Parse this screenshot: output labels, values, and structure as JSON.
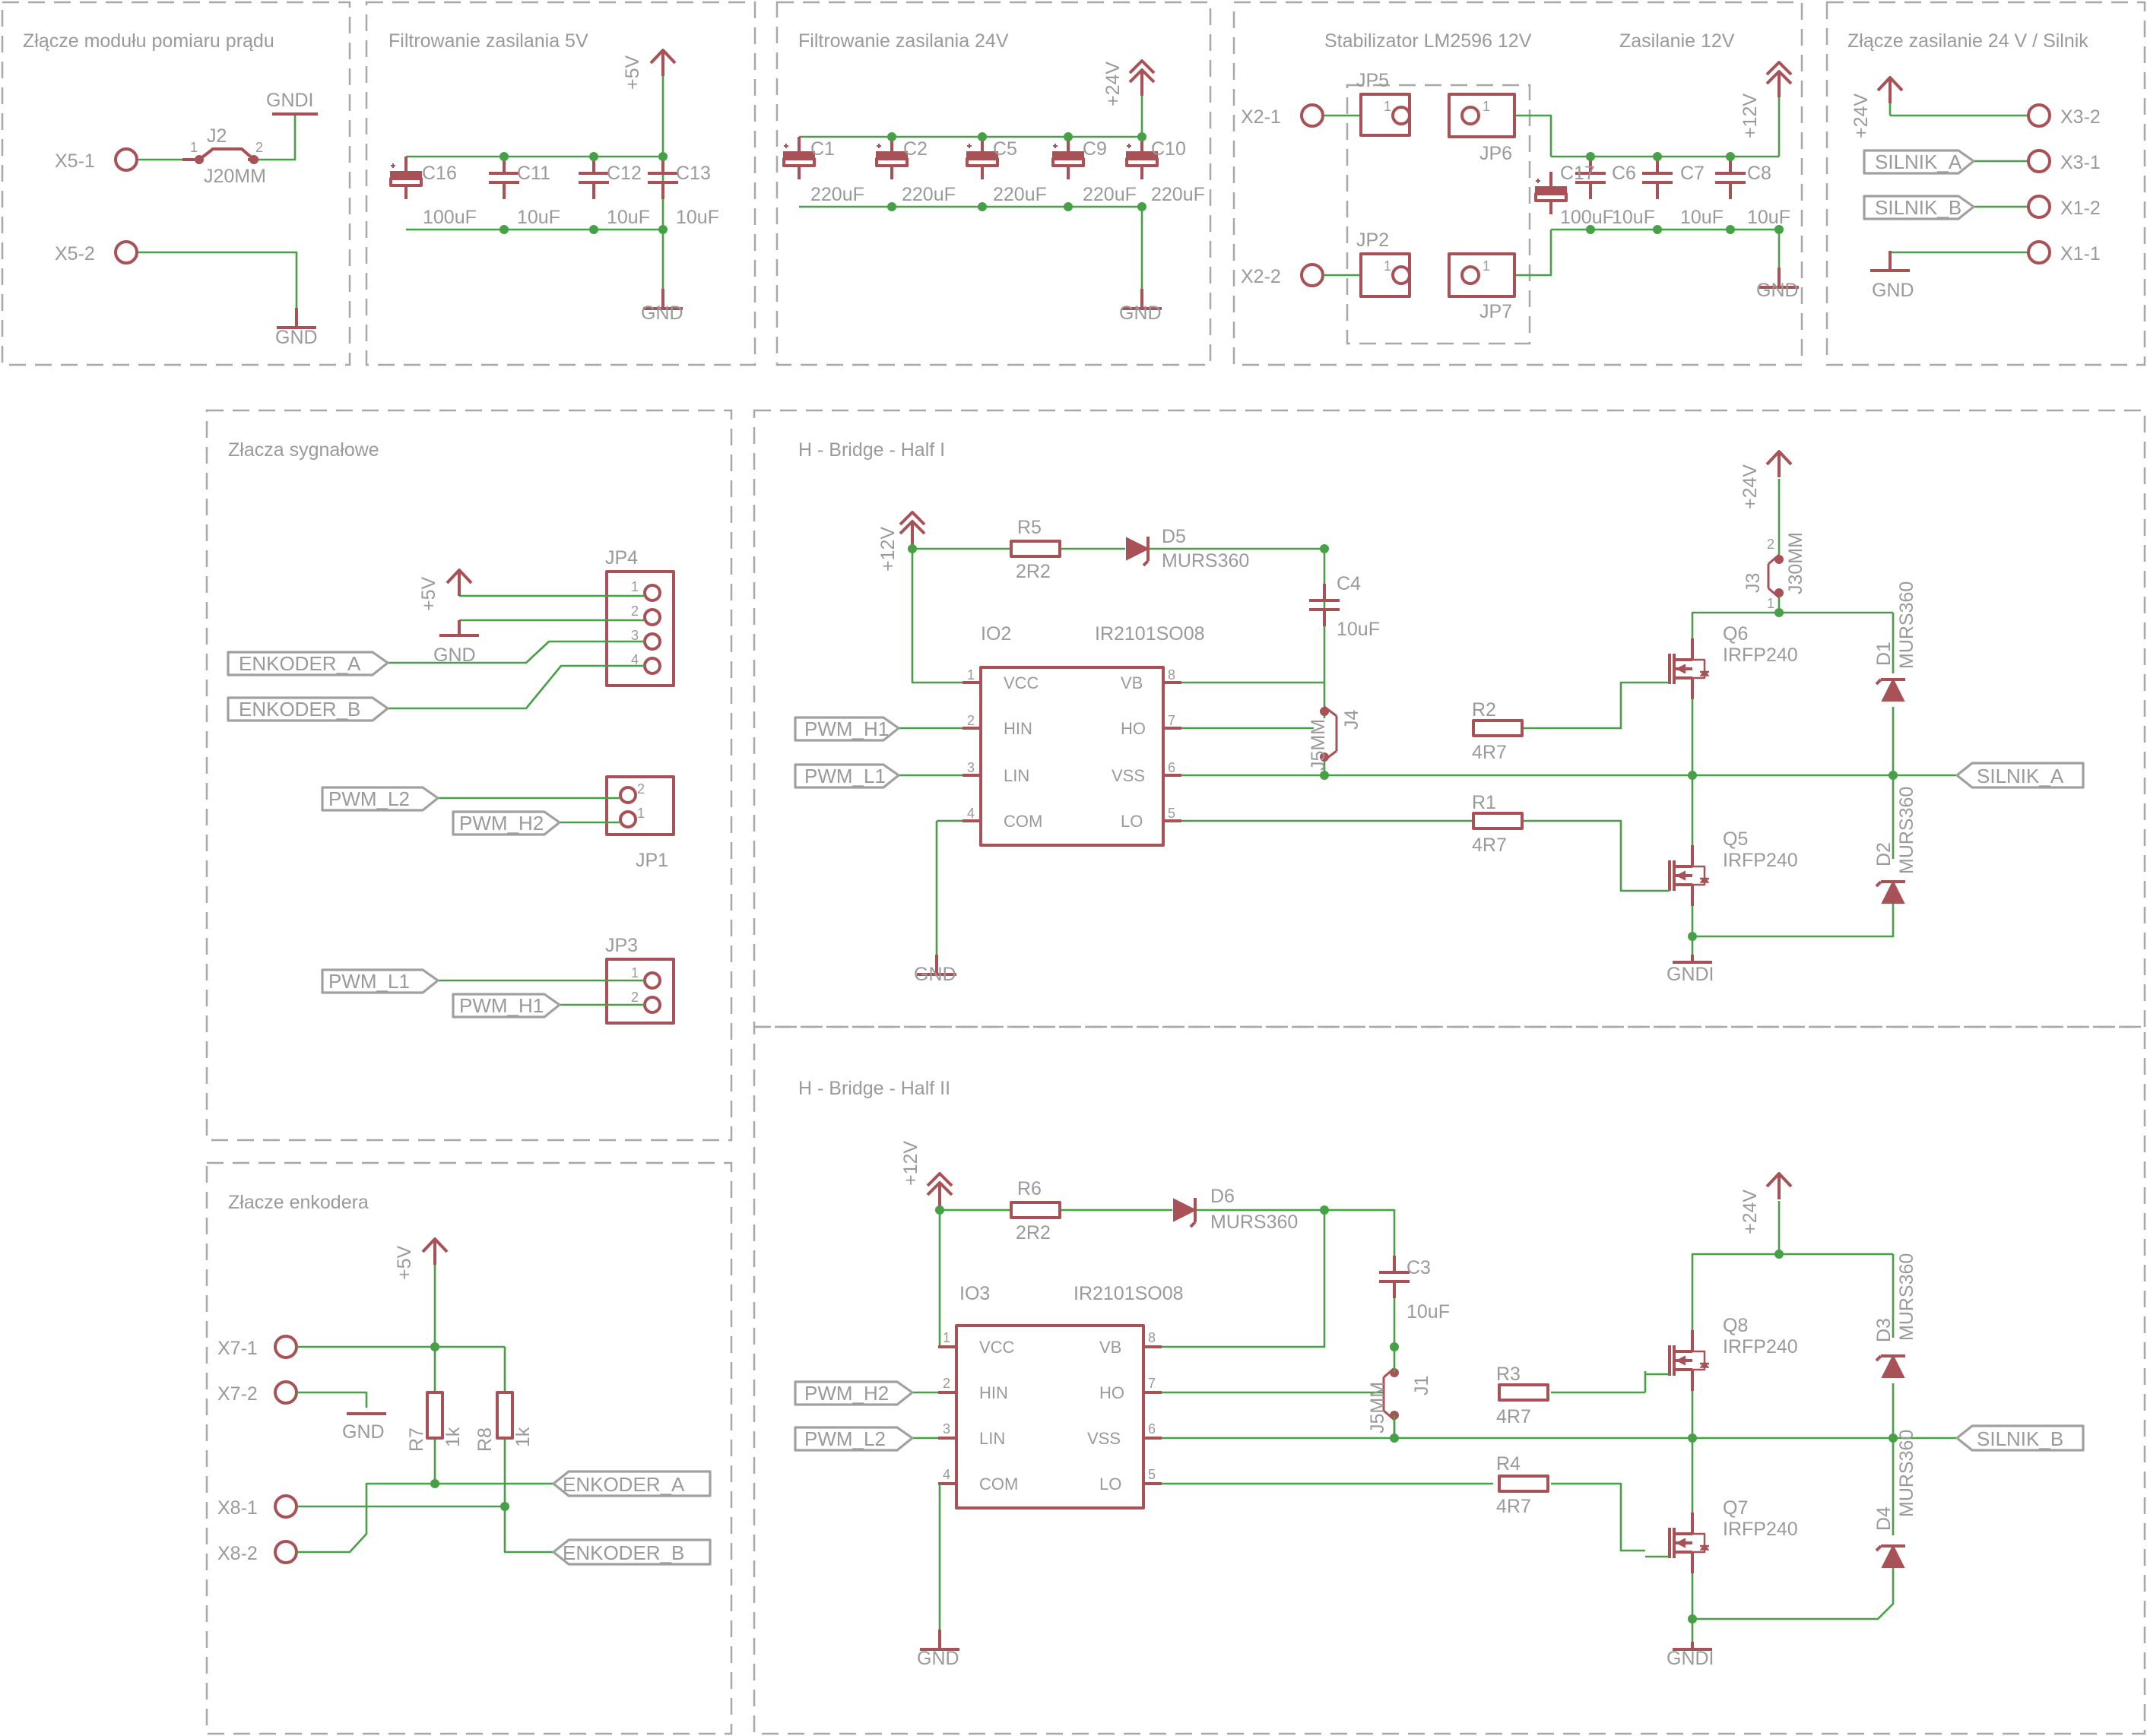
{
  "sections": {
    "prad": "Złącze modułu pomiaru prądu",
    "f5v": "Filtrowanie zasilania 5V",
    "f24v": "Filtrowanie zasilania 24V",
    "stab": "Stabilizator LM2596 12V",
    "zas12": "Zasilanie 12V",
    "zas24": "Złącze zasilanie 24 V / Silnik",
    "sygn": "Złacza sygnałowe",
    "enk": "Złacze enkodera",
    "hb1": "H - Bridge - Half I",
    "hb2": "H - Bridge - Half II"
  },
  "supplies": {
    "p5v": "+5V",
    "p24v": "+24V",
    "p12v": "+12V",
    "gnd": "GND",
    "gndi": "GNDI"
  },
  "pads": {
    "x5_1": "X5-1",
    "x5_2": "X5-2",
    "x2_1": "X2-1",
    "x2_2": "X2-2",
    "x3_2": "X3-2",
    "x3_1": "X3-1",
    "x1_2": "X1-2",
    "x1_1": "X1-1",
    "x7_1": "X7-1",
    "x7_2": "X7-2",
    "x8_1": "X8-1",
    "x8_2": "X8-2"
  },
  "jumpers": {
    "j2": "J2",
    "j20mm": "J20MM",
    "j3": "J3",
    "j30mm": "J30MM",
    "j4": "J4",
    "j1": "J1",
    "j5mm": "J5MM",
    "jp1": "JP1",
    "jp2": "JP2",
    "jp3": "JP3",
    "jp4": "JP4",
    "jp5": "JP5",
    "jp6": "JP6",
    "jp7": "JP7"
  },
  "caps": {
    "c16": "C16",
    "c11": "C11",
    "c12": "C12",
    "c13": "C13",
    "c1": "C1",
    "c2": "C2",
    "c5": "C5",
    "c9": "C9",
    "c10": "C10",
    "c17": "C17",
    "c6": "C6",
    "c7": "C7",
    "c8": "C8",
    "c4": "C4",
    "c3": "C3",
    "v100uf": "100uF",
    "v10uf": "10uF",
    "v220uf": "220uF"
  },
  "resistors": {
    "r5": "R5",
    "r6": "R6",
    "r2": "R2",
    "r1": "R1",
    "r3": "R3",
    "r4": "R4",
    "r7": "R7",
    "r8": "R8",
    "v2r2": "2R2",
    "v4r7": "4R7",
    "v1k": "1k"
  },
  "diodes": {
    "d5": "D5",
    "d6": "D6",
    "d1": "D1",
    "d2": "D2",
    "d3": "D3",
    "d4": "D4",
    "murs360": "MURS360"
  },
  "mosfets": {
    "q5": "Q5",
    "q6": "Q6",
    "q7": "Q7",
    "q8": "Q8",
    "irfp240": "IRFP240"
  },
  "driver": {
    "io2": "IO2",
    "io3": "IO3",
    "part": "IR2101SO08",
    "vcc": "VCC",
    "hin": "HIN",
    "lin": "LIN",
    "com": "COM",
    "vb": "VB",
    "ho": "HO",
    "vss": "VSS",
    "lo": "LO",
    "n1": "1",
    "n2": "2",
    "n3": "3",
    "n4": "4",
    "n5": "5",
    "n6": "6",
    "n7": "7",
    "n8": "8"
  },
  "nets": {
    "silnik_a": "SILNIK_A",
    "silnik_b": "SILNIK_B",
    "enkoder_a": "ENKODER_A",
    "enkoder_b": "ENKODER_B",
    "pwm_h1": "PWM_H1",
    "pwm_l1": "PWM_L1",
    "pwm_h2": "PWM_H2",
    "pwm_l2": "PWM_L2"
  }
}
